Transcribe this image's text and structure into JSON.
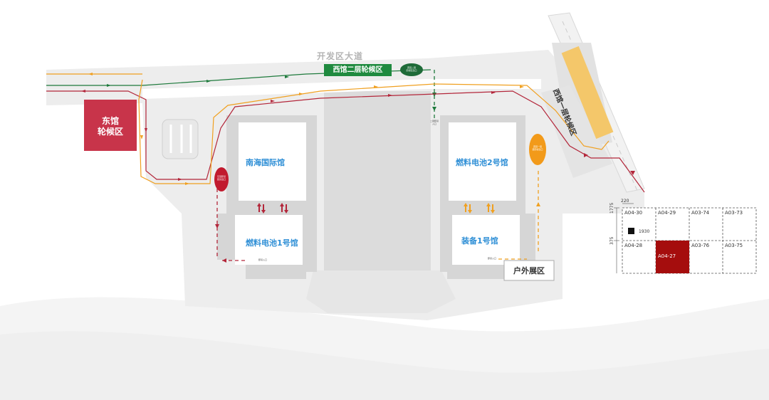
{
  "map": {
    "road_label": "开发区大道",
    "halls": {
      "nanhai": "南海国际馆",
      "fuel_cell_1": "燃料电池1号馆",
      "fuel_cell_2": "燃料电池2号馆",
      "equipment_1": "装备1号馆"
    },
    "waiting_areas": {
      "east": "东馆\n轮候区",
      "west_second_floor": "西馆二层轮候区",
      "west_first_floor": "西馆一层轮候区",
      "outdoor": "户外展区"
    },
    "markers": {
      "green_oval": "西馆二层\n卸货区出口",
      "red_oval": "东馆卸货\n装货出口",
      "orange_oval": "西馆一层\n装卸货出口"
    },
    "entrances": {
      "green_entry": "二层卸货\n入口",
      "red_entry": "卸货入口",
      "orange_entry": "卸货入口"
    },
    "colors": {
      "route_green": "#1e7a3c",
      "route_red": "#b3263a",
      "route_orange": "#f0a020",
      "east_zone": "#c8344a",
      "west_second_zone": "#1f8a3f",
      "west_first_zone": "#f4c76a",
      "hall_label": "#2f8fd6",
      "booth_highlight": "#a50d0d"
    }
  },
  "booth_plan": {
    "dimensions": {
      "top": "220",
      "left_upper": "1775",
      "left_lower": "375",
      "row_label": "1930"
    },
    "booths": [
      "A04-30",
      "A04-29",
      "A03-74",
      "A03-73",
      "A04-28",
      "A04-27",
      "A03-76",
      "A03-75"
    ],
    "highlighted": "A04-27"
  }
}
